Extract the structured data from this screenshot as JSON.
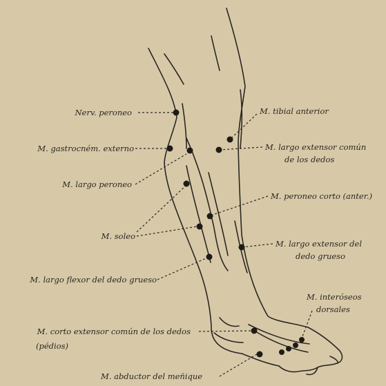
{
  "colors": {
    "paper": "#d7c9a8",
    "ink": "#2a2620"
  },
  "labels": {
    "nerv_peroneo": "Nerv. peroneo",
    "gastrocnem_externo": "M. gastrocném. externo",
    "largo_peroneo": "M. largo peroneo",
    "soleo": "M. soleo",
    "largo_flexor_dedo_grueso": "M. largo flexor del dedo grueso",
    "corto_extensor_line1": "M. corto extensor  común de los dedos",
    "corto_extensor_line2": "(pédios)",
    "abductor_menique": "M. abductor del meñique",
    "tibial_anterior": "M. tibial anterior",
    "largo_extensor_comun_line1": "M. largo extensor común",
    "largo_extensor_comun_line2": "de los dedos",
    "peroneo_corto": "M. peroneo corto (anter.)",
    "largo_extensor_dedo_line1": "M. largo extensor del",
    "largo_extensor_dedo_line2": "dedo grueso",
    "interoseos_line1": "M. interóseos",
    "interoseos_line2": "dorsales"
  }
}
